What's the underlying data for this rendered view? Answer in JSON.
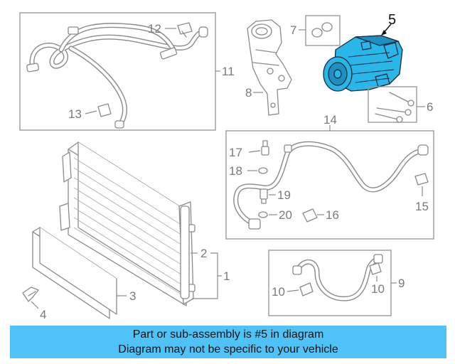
{
  "callouts": {
    "c1": "1",
    "c2": "2",
    "c3": "3",
    "c4": "4",
    "c5": "5",
    "c6": "6",
    "c7": "7",
    "c8": "8",
    "c9": "9",
    "c10a": "10",
    "c10b": "10",
    "c11": "11",
    "c12": "12",
    "c13": "13",
    "c14": "14",
    "c15": "15",
    "c16": "16",
    "c17": "17",
    "c18": "18",
    "c19": "19",
    "c20": "20"
  },
  "highlight": {
    "part_number": "5",
    "color": "#29b6e8"
  },
  "banner": {
    "line1": "Part or sub-assembly is #5 in diagram",
    "line2": "Diagram may not be specific to your vehicle",
    "background": "#4fc3f7"
  }
}
